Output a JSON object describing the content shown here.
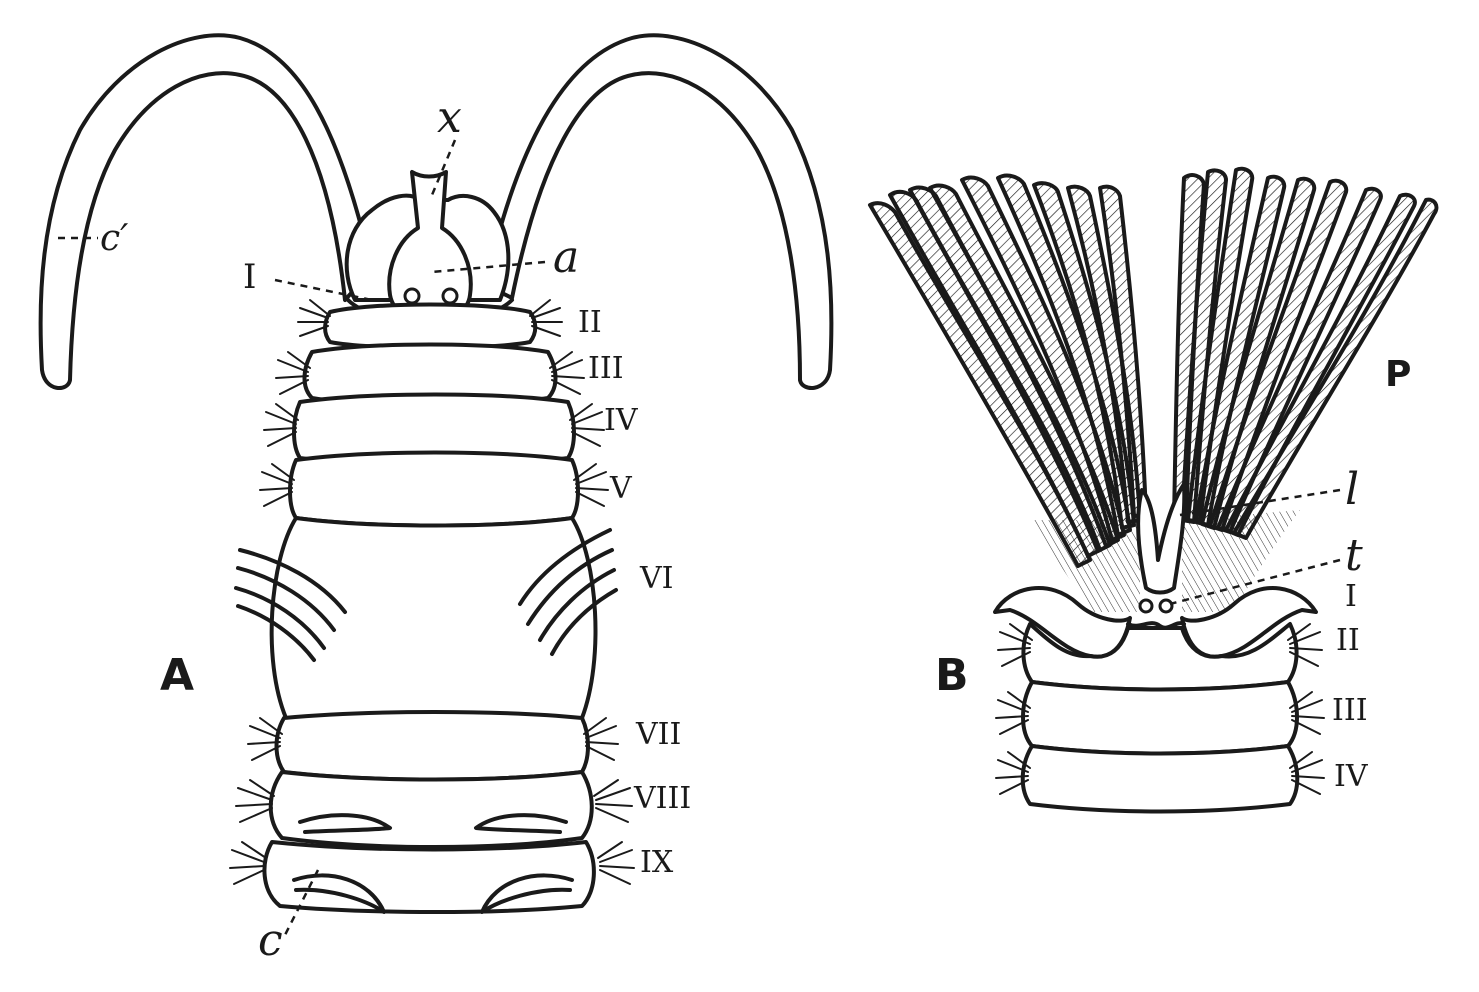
{
  "figure_a": {
    "panel_label": "A",
    "labels": {
      "x": "x",
      "a": "a",
      "c_prime": "c′",
      "c": "c"
    },
    "segments": [
      "I",
      "II",
      "III",
      "IV",
      "V",
      "VI",
      "VII",
      "VIII",
      "IX"
    ]
  },
  "figure_b": {
    "panel_label": "B",
    "labels": {
      "p": "P",
      "l": "l",
      "t": "t"
    },
    "segments": [
      "I",
      "II",
      "III",
      "IV"
    ]
  },
  "colors": {
    "ink": "#1a1a1a",
    "paper": "#ffffff"
  }
}
